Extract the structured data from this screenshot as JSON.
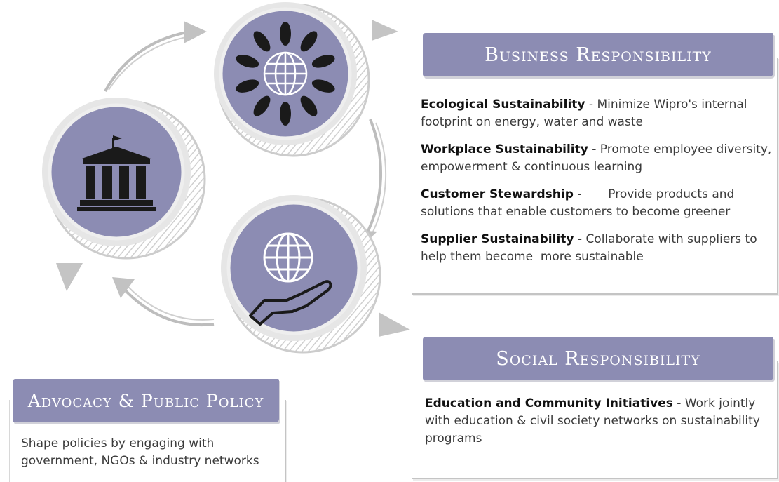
{
  "cycle": {
    "icons": [
      "sun-globe-icon",
      "bank-building-icon",
      "hand-globe-icon"
    ],
    "accent_color": "#8c8cb3",
    "arrow_color": "#b5b5b5"
  },
  "business": {
    "title": "Business Responsibility",
    "items": [
      {
        "bold": "Ecological Sustainability",
        "text": " - Minimize Wipro's internal footprint on energy, water and waste"
      },
      {
        "bold": "Workplace Sustainability",
        "text": " - Promote employee diversity, empowerment & continuous learning"
      },
      {
        "bold": "Customer Stewardship",
        "text": " -       Provide products and solutions that enable customers to become greener"
      },
      {
        "bold": "Supplier Sustainability",
        "text": " - Collaborate with suppliers to help them become  more sustainable"
      }
    ]
  },
  "social": {
    "title": "Social Responsibility",
    "items": [
      {
        "bold": "Education and Community Initiatives",
        "text": " - Work jointly with education & civil society networks on sustainability programs"
      }
    ]
  },
  "advocacy": {
    "title": "Advocacy & Public Policy",
    "text": "Shape policies by engaging with government, NGOs & industry networks"
  }
}
